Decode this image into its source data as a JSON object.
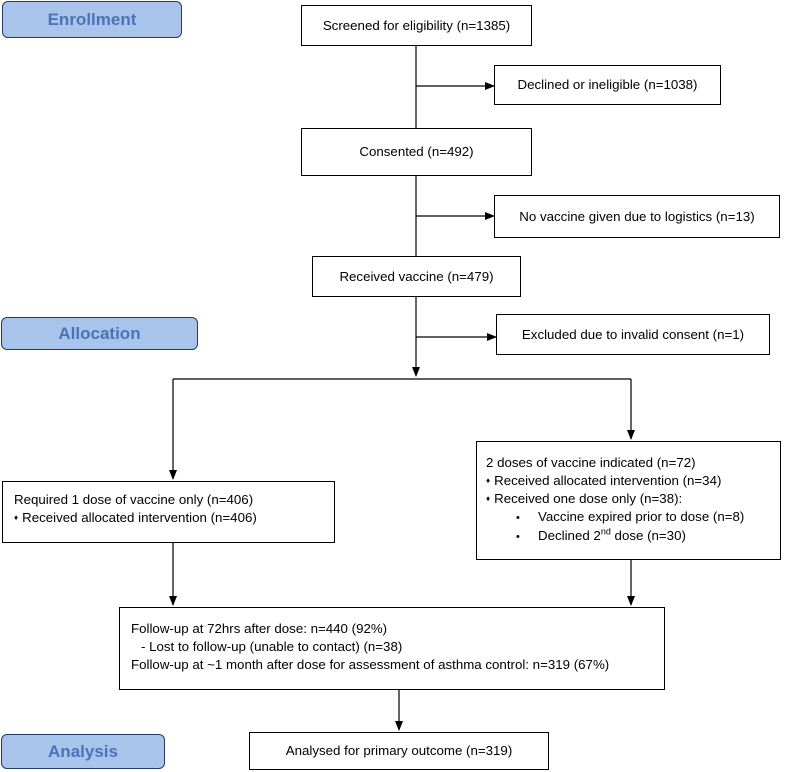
{
  "phases": {
    "enrollment": "Enrollment",
    "allocation": "Allocation",
    "analysis": "Analysis"
  },
  "boxes": {
    "screened": "Screened for eligibility (n=1385)",
    "declined": "Declined or ineligible (n=1038)",
    "consented": "Consented (n=492)",
    "no_vaccine": "No vaccine given due to logistics (n=13)",
    "received_vaccine": "Received vaccine (n=479)",
    "excluded": "Excluded due to invalid consent (n=1)",
    "one_dose": {
      "title": "Required 1 dose of vaccine only (n=406)",
      "item": "Received allocated intervention (n=406)"
    },
    "two_dose": {
      "title": "2 doses of vaccine indicated (n=72)",
      "item1": "Received allocated intervention (n=34)",
      "item2": "Received one dose only (n=38):",
      "sub1": "Vaccine expired prior to dose (n=8)",
      "sub2_pre": "Declined 2",
      "sub2_sup": "nd",
      "sub2_post": " dose (n=30)"
    },
    "followup": {
      "line1": "Follow-up at 72hrs after dose: n=440 (92%)",
      "line2": "- Lost to follow-up (unable to contact) (n=38)",
      "line3": "Follow-up at ~1 month after dose for assessment of asthma control: n=319 (67%)"
    },
    "analysed": "Analysed for primary outcome  (n=319)"
  },
  "glyphs": {
    "diamond": "♦",
    "bullet": "•"
  },
  "colors": {
    "phase_fill": "#a9c4eb",
    "phase_text": "#4a73b6",
    "phase_border": "#1f3b6b"
  }
}
